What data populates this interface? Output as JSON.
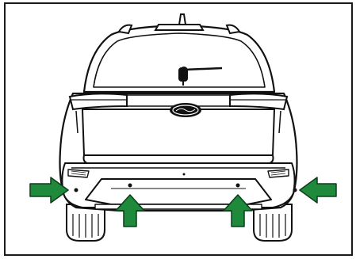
{
  "figure": {
    "subject": "vehicle-rear-view-sensor-locations",
    "sensor_count": 4,
    "arrow_count": 4,
    "colors": {
      "frame": "#1a1a1a",
      "outline": "#111111",
      "arrow_fill": "#1f8a3c",
      "arrow_stroke": "#0c3d1b",
      "glass": "#ffffff",
      "background": "#ffffff"
    },
    "icons": {
      "arrow": "arrow-icon",
      "logo": "oval-emblem-icon",
      "wiper": "wiper-icon"
    }
  }
}
